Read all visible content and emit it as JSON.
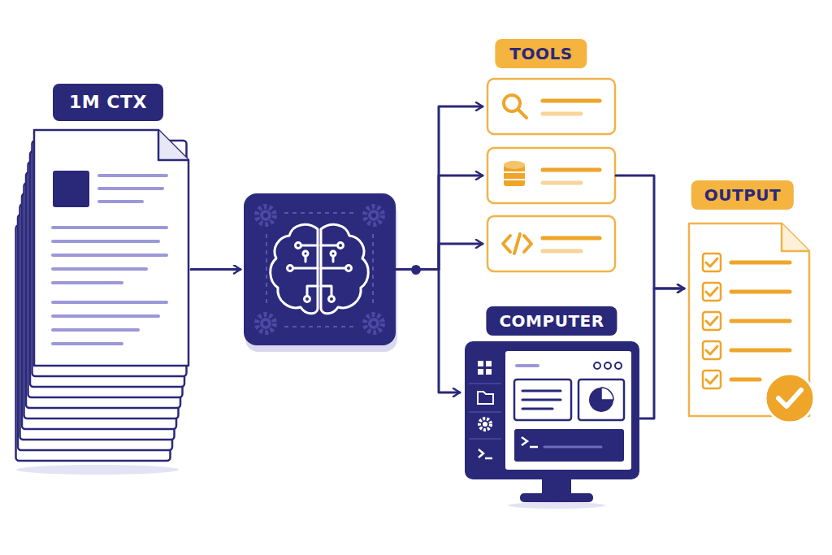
{
  "diagram": {
    "nodes": [
      {
        "text": [
          "1M CTX"
        ]
      },
      {
        "text": []
      },
      {
        "text": [
          "TOOLS"
        ]
      },
      {
        "text": []
      },
      {
        "text": []
      },
      {
        "text": [
          "COMPUTER"
        ]
      },
      {
        "text": [
          "OUTPUT"
        ]
      }
    ],
    "edges": [
      {
        "from": 0,
        "to": 1,
        "arrow": "to"
      },
      {
        "from": 1,
        "to": 2,
        "arrow": "to"
      },
      {
        "from": 1,
        "to": 3,
        "arrow": "to"
      },
      {
        "from": 1,
        "to": 4,
        "arrow": "to"
      },
      {
        "from": 1,
        "to": 5,
        "arrow": "to"
      },
      {
        "from": 3,
        "to": 6,
        "arrow": "to"
      },
      {
        "from": 5,
        "to": 6,
        "arrow": "to"
      }
    ]
  }
}
